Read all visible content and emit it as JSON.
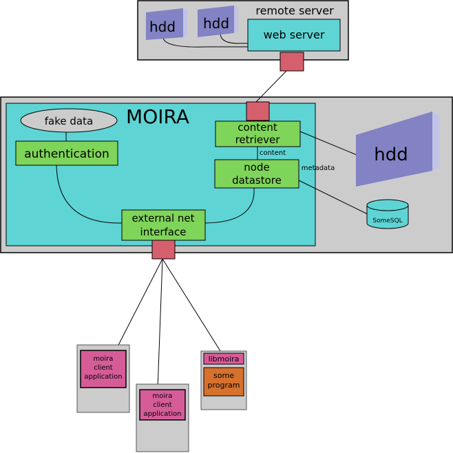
{
  "remote_server": {
    "title": "remote server",
    "hdd_left": "hdd",
    "hdd_right": "hdd",
    "web_server": "web server"
  },
  "moira": {
    "title": "MOIRA",
    "fake_data": "fake data",
    "authentication": "authentication",
    "content_retriever": [
      "content",
      "retriever"
    ],
    "node_datastore": [
      "node",
      "datastore"
    ],
    "external_net_interface": [
      "external net",
      "interface"
    ],
    "edge_content": "content",
    "edge_metadata": "metadata"
  },
  "storage": {
    "big_hdd": "hdd",
    "somesql": "SomeSQL"
  },
  "clients": {
    "client_left": [
      "moira",
      "client",
      "application"
    ],
    "client_middle": [
      "moira",
      "client",
      "application"
    ],
    "libmoira": "libmoira",
    "some_program": [
      "some",
      "program"
    ]
  },
  "colors": {
    "gray_box": "#cccccc",
    "cyan": "#5fd4d4",
    "green": "#7fd45a",
    "pink": "#d65c98",
    "orange": "#d6712e",
    "port_red": "#d65f6e",
    "hdd_purple": "#8282c4",
    "hdd_light": "#c2c2e6"
  }
}
